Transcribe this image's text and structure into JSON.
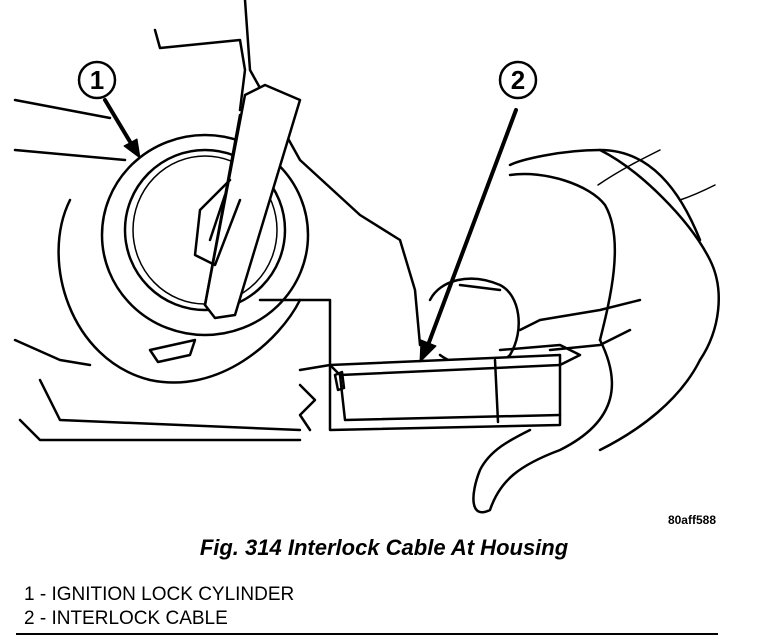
{
  "callouts": [
    {
      "number": "1"
    },
    {
      "number": "2"
    }
  ],
  "figure_id": "80aff588",
  "caption": "Fig. 314 Interlock Cable At Housing",
  "legend": [
    {
      "text": "1 - IGNITION LOCK CYLINDER"
    },
    {
      "text": "2 - INTERLOCK CABLE"
    }
  ],
  "colors": {
    "ink": "#000000",
    "paper": "#ffffff"
  }
}
